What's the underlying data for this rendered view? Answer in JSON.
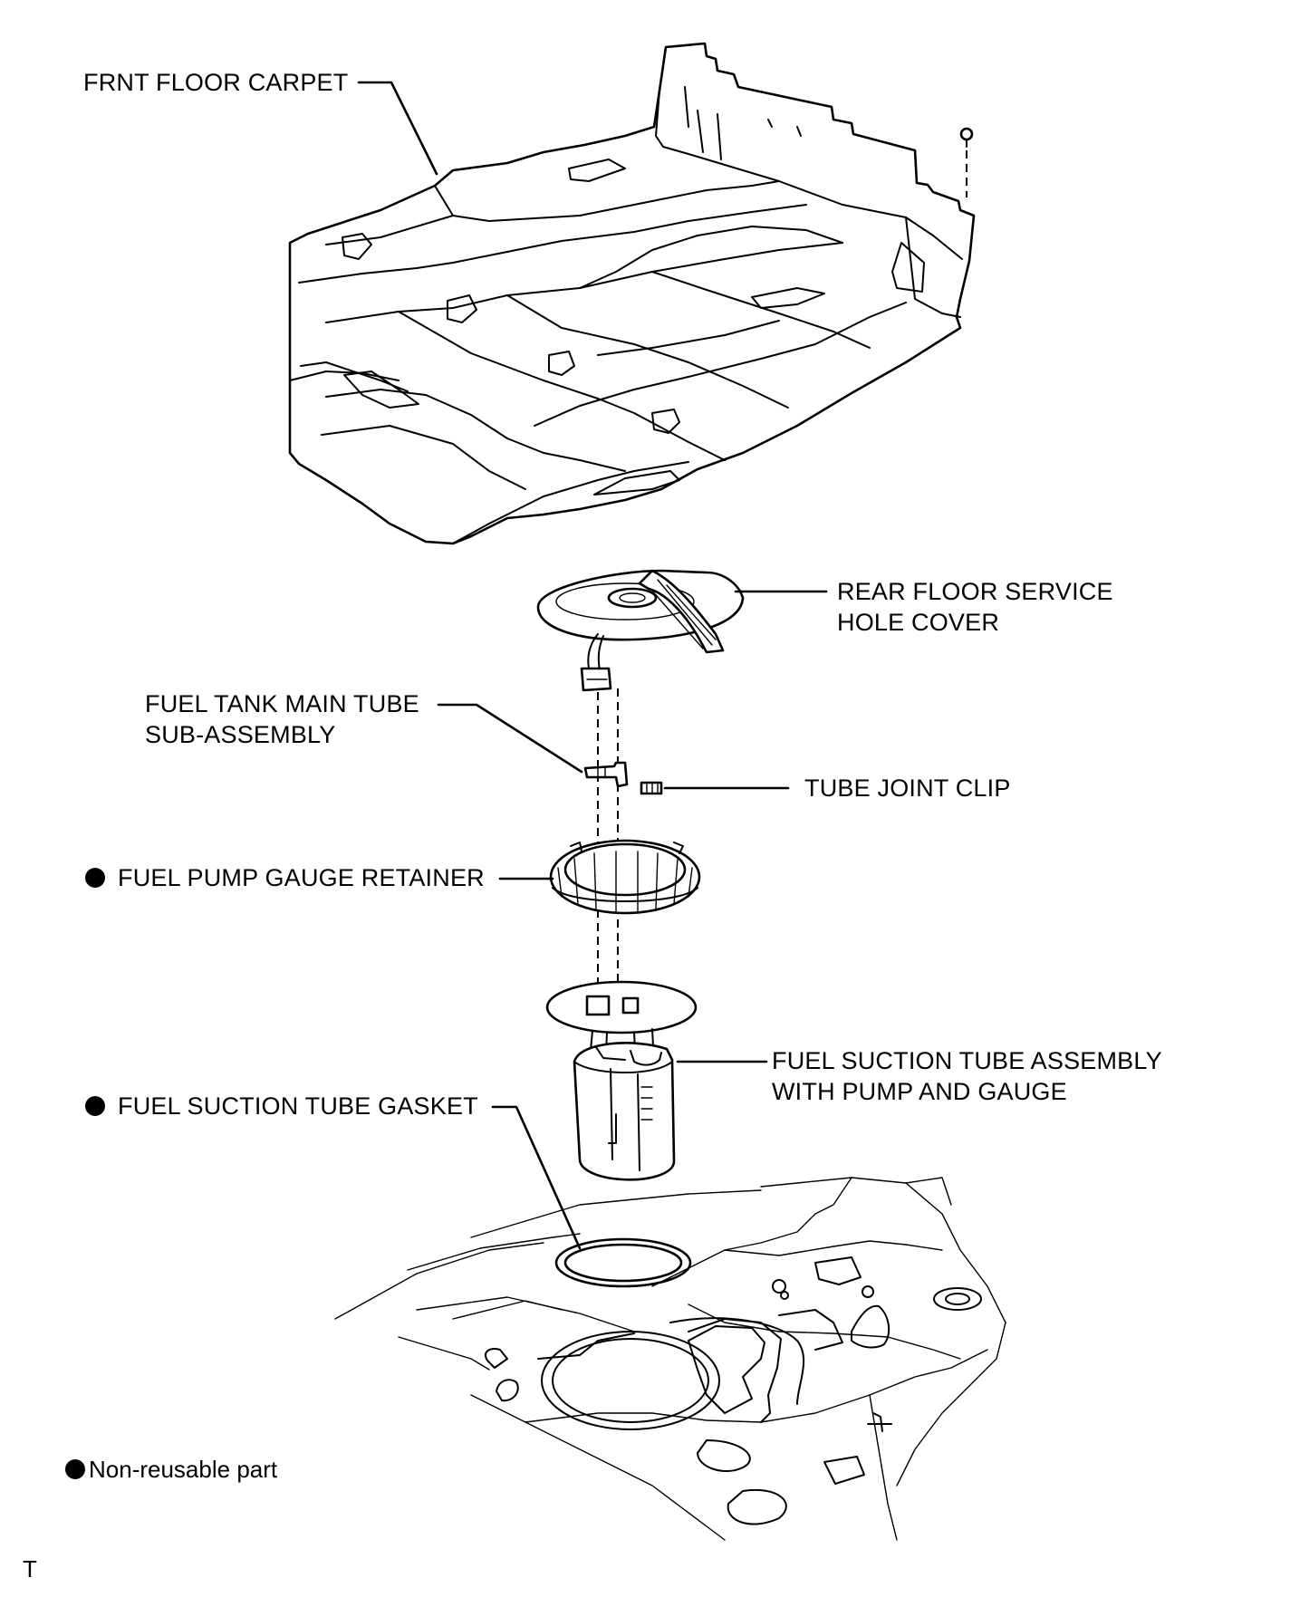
{
  "labels": {
    "front_floor_carpet": "FRNT FLOOR CARPET",
    "rear_floor_service_hole_cover_line1": "REAR FLOOR SERVICE",
    "rear_floor_service_hole_cover_line2": "HOLE COVER",
    "fuel_tank_main_tube_line1": "FUEL TANK MAIN TUBE",
    "fuel_tank_main_tube_line2": "SUB-ASSEMBLY",
    "tube_joint_clip": "TUBE JOINT CLIP",
    "fuel_pump_gauge_retainer": "FUEL PUMP GAUGE RETAINER",
    "fuel_suction_tube_assembly_line1": "FUEL SUCTION TUBE ASSEMBLY",
    "fuel_suction_tube_assembly_line2": "WITH PUMP AND GAUGE",
    "fuel_suction_tube_gasket": "FUEL SUCTION TUBE GASKET"
  },
  "legend": {
    "non_reusable": "Non-reusable part"
  },
  "corner_mark": "T",
  "icons": {
    "non_reusable_marker": "filled-circle"
  }
}
